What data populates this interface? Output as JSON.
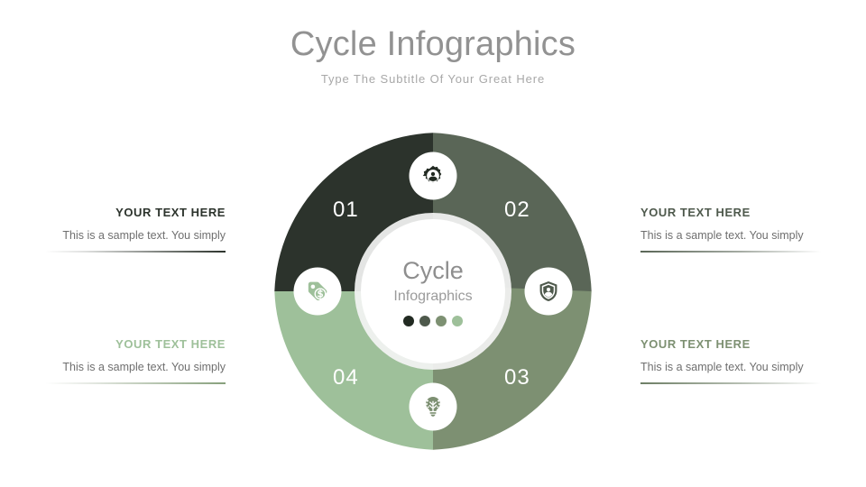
{
  "header": {
    "title": "Cycle Infographics",
    "subtitle": "Type The Subtitle Of Your Great Here"
  },
  "hub": {
    "title": "Cycle",
    "subtitle": "Infographics",
    "dots": [
      "#222a22",
      "#4e594c",
      "#7d9072",
      "#9ec09a"
    ]
  },
  "palette": {
    "step1": "#2c332c",
    "step2": "#5a6657",
    "step3": "#7d9072",
    "step4": "#9ec09a",
    "title_gray": "#929292",
    "subtitle_gray": "#a8a8a8",
    "body_gray": "#6f6f6f",
    "background": "#ffffff"
  },
  "wheel": {
    "segments": [
      {
        "number": "01",
        "position": "top-left",
        "color": "#2c332c"
      },
      {
        "number": "02",
        "position": "top-right",
        "color": "#5a6657"
      },
      {
        "number": "03",
        "position": "bottom-right",
        "color": "#7d9072"
      },
      {
        "number": "04",
        "position": "bottom-left",
        "color": "#9ec09a"
      }
    ],
    "badges": [
      {
        "icon": "gear-person-icon",
        "position": "top",
        "color": "#222a22"
      },
      {
        "icon": "shield-person-icon",
        "position": "right",
        "color": "#4e594c"
      },
      {
        "icon": "idea-bulb-gear-icon",
        "position": "bottom",
        "color": "#7d9072"
      },
      {
        "icon": "price-tag-dollar-icon",
        "position": "left",
        "color": "#9ec09a"
      }
    ]
  },
  "blocks": [
    {
      "heading": "YOUR TEXT HERE",
      "body": "This is a sample text.  You simply",
      "side": "left",
      "color": "#2c332c"
    },
    {
      "heading": "YOUR TEXT HERE",
      "body": "This is a sample text.  You simply",
      "side": "right",
      "color": "#4e594c"
    },
    {
      "heading": "YOUR TEXT HERE",
      "body": "This is a sample text.  You simply",
      "side": "left",
      "color": "#9ec09a"
    },
    {
      "heading": "YOUR TEXT HERE",
      "body": "This is a sample text.  You simply",
      "side": "right",
      "color": "#7d9072"
    }
  ]
}
